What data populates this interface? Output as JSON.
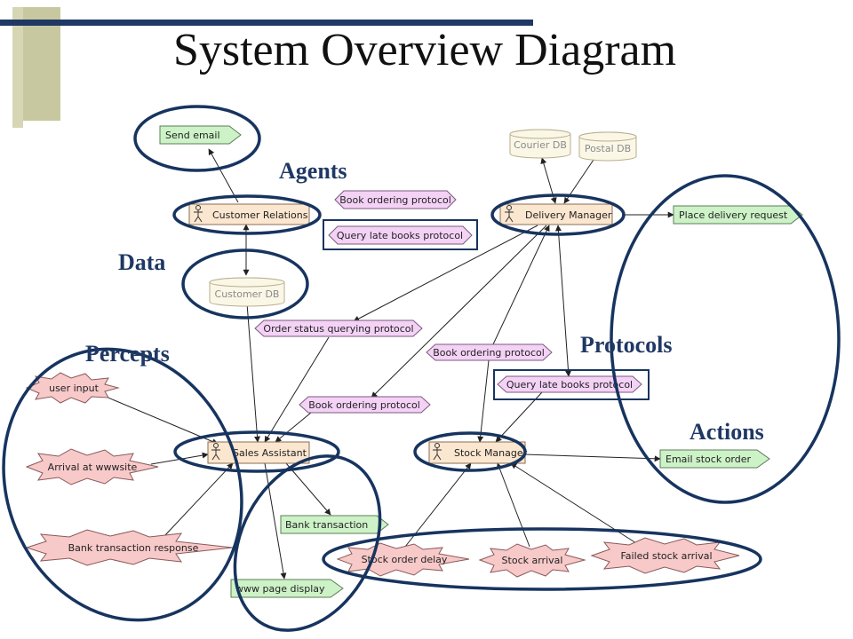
{
  "title": "System Overview Diagram",
  "labels": {
    "agents": "Agents",
    "data": "Data",
    "percepts": "Percepts",
    "protocols": "Protocols",
    "actions": "Actions"
  },
  "agents": {
    "customer_relations": "Customer Relations",
    "delivery_manager": "Delivery Manager",
    "sales_assistant": "Sales Assistant",
    "stock_manager": "Stock Manager"
  },
  "data_stores": {
    "courier_db": "Courier DB",
    "postal_db": "Postal DB",
    "customer_db": "Customer DB"
  },
  "protocols": {
    "book_ordering_top": "Book ordering protocol",
    "query_late_top": "Query late books protocol",
    "order_status": "Order status querying protocol",
    "book_ordering_mid": "Book ordering protocol",
    "query_late_mid": "Query late books protocol",
    "book_ordering_low": "Book ordering protocol"
  },
  "actions": {
    "send_email": "Send email",
    "place_delivery": "Place delivery request",
    "email_stock": "Email stock order",
    "bank_transaction": "Bank transaction",
    "www_page": "www page display"
  },
  "percepts": {
    "user_input": "user input",
    "arrival": "Arrival at wwwsite",
    "bank_response": "Bank transaction response",
    "stock_delay": "Stock order delay",
    "stock_arrival": "Stock arrival",
    "failed_stock": "Failed stock arrival"
  },
  "colors": {
    "accent_bar": "#1f3864",
    "side_block": "#c8c8a0",
    "ring": "#17345f",
    "agent_fill": "#fbe6cf",
    "protocol_fill": "#f4d2f6",
    "action_fill": "#cdf2c7",
    "percept_fill": "#f8c9c9",
    "data_fill": "#fbf7e6"
  }
}
